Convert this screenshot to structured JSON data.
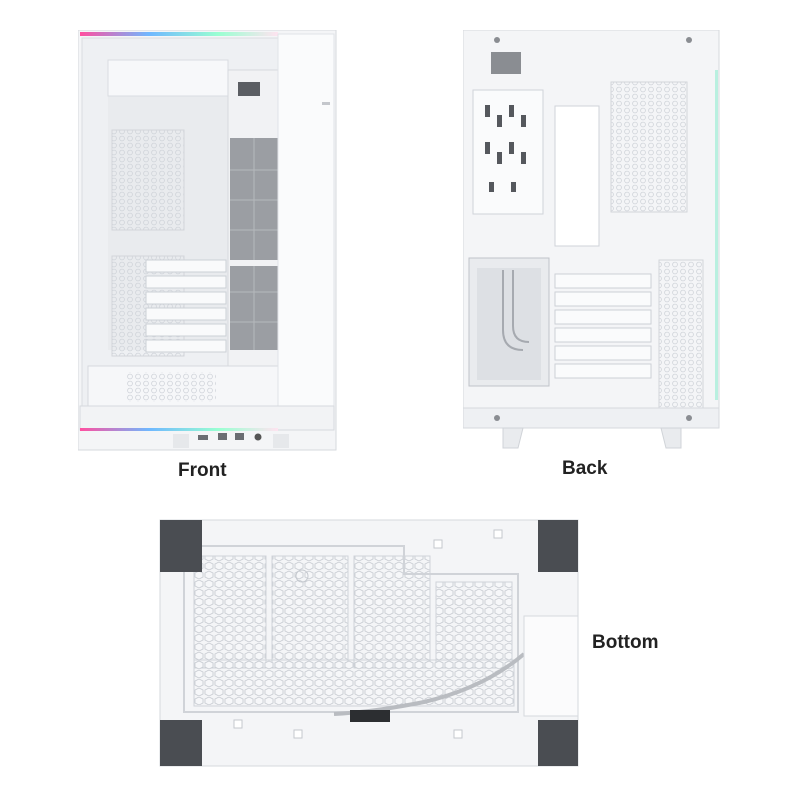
{
  "captions": {
    "front": "Front",
    "back": "Back",
    "bottom": "Bottom"
  },
  "colors": {
    "case_white": "#f4f5f7",
    "panel_edge": "#d9dce1",
    "mesh": "#e6e8ec",
    "fan_gray": "#8f9296",
    "foot_dark": "#4a4d52",
    "caption_text": "#222222"
  },
  "icons": {
    "front_view": "pc-case-front-icon",
    "back_view": "pc-case-back-icon",
    "bottom_view": "pc-case-bottom-icon"
  }
}
